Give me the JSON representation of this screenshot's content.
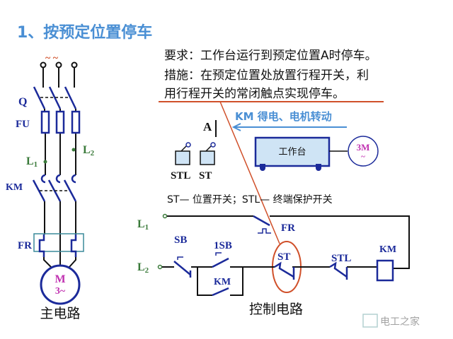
{
  "title": "1、按预定位置停车",
  "requirement": "要求：工作台运行到预定位置A时停车。",
  "measure_line1": "措施：在预定位置处放置行程开关，利",
  "measure_line2": "用行程开关的常闭触点实现停车。",
  "colors": {
    "title": "#4a8fd4",
    "navy": "#1b2a9a",
    "green": "#3a7a3a",
    "magenta": "#c030b0",
    "red": "#d0502a",
    "lightblue": "#cfe4f5"
  },
  "main_circuit": {
    "supply": "~ ~",
    "q": "Q",
    "fu": "FU",
    "l1": "L",
    "l1_sub": "1",
    "l2": "L",
    "l2_sub": "2",
    "km": "KM",
    "fr": "FR",
    "motor_m": "M",
    "motor_phase": "3~",
    "caption": "主电路"
  },
  "layout_sketch": {
    "position_a": "A",
    "arrow_label": "KM 得电、电机转动",
    "stl": "STL",
    "st": "ST",
    "workbench": "工作台",
    "motor": "3M",
    "motor_ac": "~",
    "legend": "ST— 位置开关；STL— 终端保护开关"
  },
  "control_circuit": {
    "l1": "L",
    "l1_sub": "1",
    "l2": "L",
    "l2_sub": "2",
    "fr": "FR",
    "sb": "SB",
    "sb1": "1SB",
    "km_hold": "KM",
    "st": "ST",
    "stl": "STL",
    "km_coil": "KM",
    "caption": "控制电路"
  },
  "watermark": "电工之家"
}
